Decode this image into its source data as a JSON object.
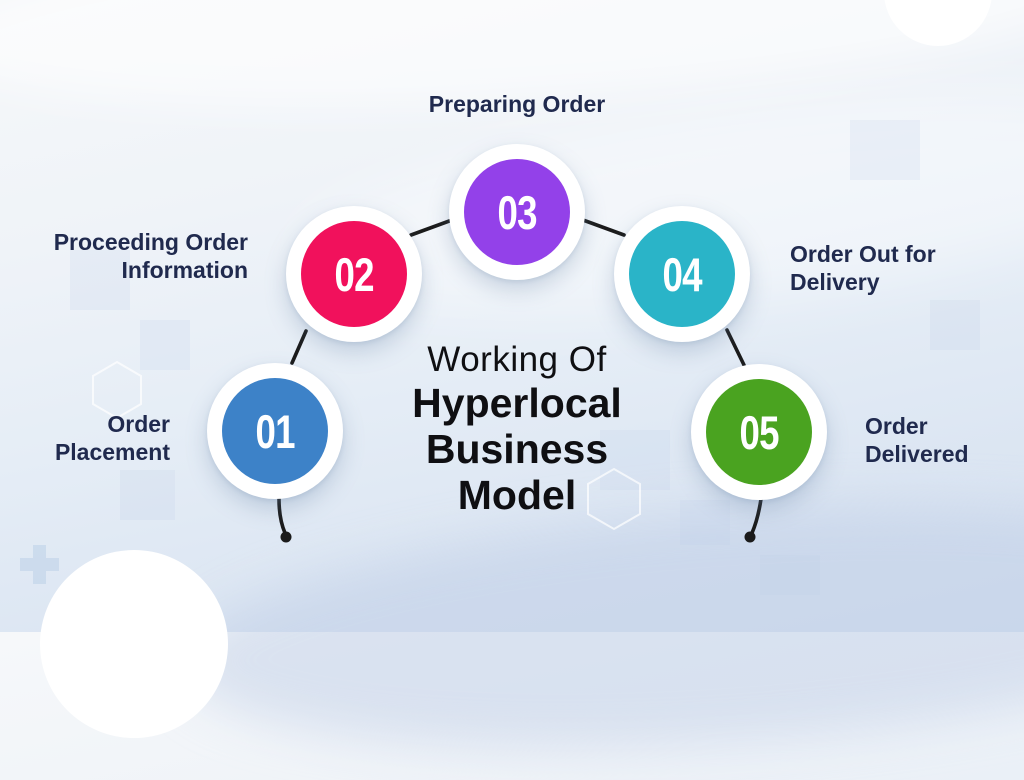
{
  "title": {
    "prefix": "Working Of",
    "lines": [
      "Hyperlocal",
      "Business",
      "Model"
    ]
  },
  "steps": [
    {
      "number": "01",
      "color": "#3d82c8",
      "label_lines": [
        "Order",
        "Placement"
      ]
    },
    {
      "number": "02",
      "color": "#f1115c",
      "label_lines": [
        "Proceeding Order",
        "Information"
      ]
    },
    {
      "number": "03",
      "color": "#9341e9",
      "label_lines": [
        "Preparing Order"
      ]
    },
    {
      "number": "04",
      "color": "#2ab4c8",
      "label_lines": [
        "Order Out for",
        "Delivery"
      ]
    },
    {
      "number": "05",
      "color": "#4aa320",
      "label_lines": [
        "Order",
        "Delivered"
      ]
    }
  ],
  "colors": {
    "label_text": "#202a4e",
    "title_text": "#0f0f12",
    "connector": "#1b1b1b",
    "circle_ring": "#ffffff",
    "background_top": "#f6f8fa",
    "background_bottom": "#d6e1f0"
  }
}
